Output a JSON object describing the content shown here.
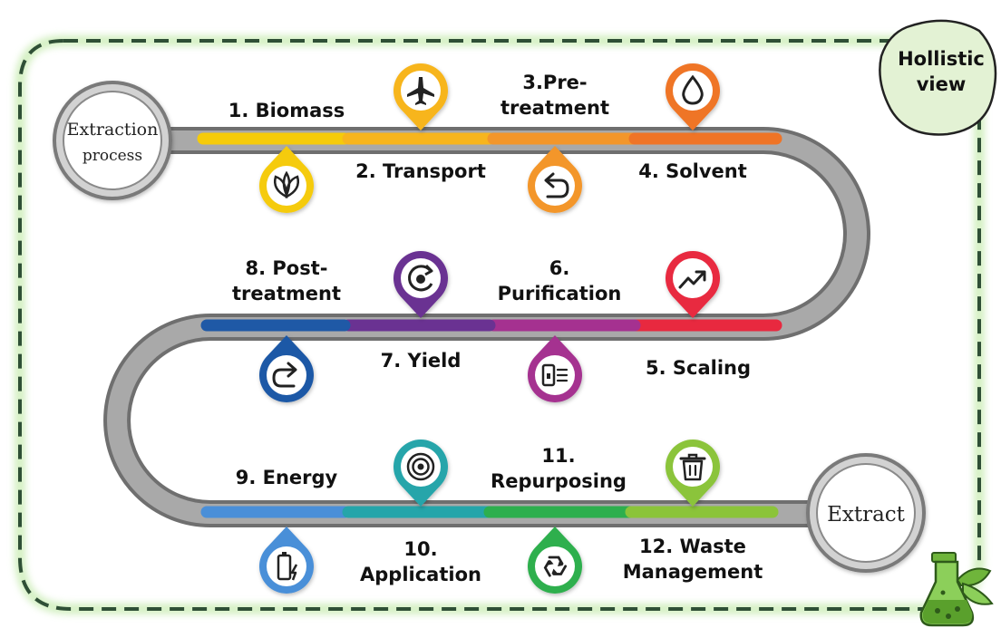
{
  "start_node": {
    "line1": "Extraction",
    "line2": "process"
  },
  "end_node": {
    "label": "Extract"
  },
  "badge": {
    "line1": "Hollistic",
    "line2": "view"
  },
  "colors": {
    "frame": "#2f4f36",
    "frame_glow": "#cfeebb",
    "badge_fill": "#e3f2d4",
    "road": "#a9a9a9",
    "road_edge": "#6f6f6f"
  },
  "steps": [
    {
      "number": "1",
      "lines": [
        "1. Biomass"
      ],
      "icon": "leaf-icon",
      "color": "#f5cb0a"
    },
    {
      "number": "2",
      "lines": [
        "2. Transport"
      ],
      "icon": "airplane-icon",
      "color": "#f7b51d"
    },
    {
      "number": "3",
      "lines": [
        "3.Pre-",
        "treatment"
      ],
      "icon": "undo-arrow-icon",
      "color": "#f3962a"
    },
    {
      "number": "4",
      "lines": [
        "4. Solvent"
      ],
      "icon": "droplet-icon",
      "color": "#ef7426"
    },
    {
      "number": "5",
      "lines": [
        "5. Scaling"
      ],
      "icon": "trending-up-icon",
      "color": "#e8293f"
    },
    {
      "number": "6",
      "lines": [
        "6.",
        "Purification"
      ],
      "icon": "filter-icon",
      "color": "#a53190"
    },
    {
      "number": "7",
      "lines": [
        "7. Yield"
      ],
      "icon": "process-cycle-icon",
      "color": "#6a3292"
    },
    {
      "number": "8",
      "lines": [
        "8. Post-",
        "treatment"
      ],
      "icon": "redo-arrow-icon",
      "color": "#1f59a6"
    },
    {
      "number": "9",
      "lines": [
        "9. Energy"
      ],
      "icon": "battery-charging-icon",
      "color": "#4a8fd8"
    },
    {
      "number": "10",
      "lines": [
        "10.",
        "Application"
      ],
      "icon": "target-icon",
      "color": "#25a5aa"
    },
    {
      "number": "11",
      "lines": [
        "11.",
        "Repurposing"
      ],
      "icon": "recycle-icon",
      "color": "#2daf4e"
    },
    {
      "number": "12",
      "lines": [
        "12. Waste",
        "Management"
      ],
      "icon": "trash-icon",
      "color": "#8bc43a"
    }
  ]
}
